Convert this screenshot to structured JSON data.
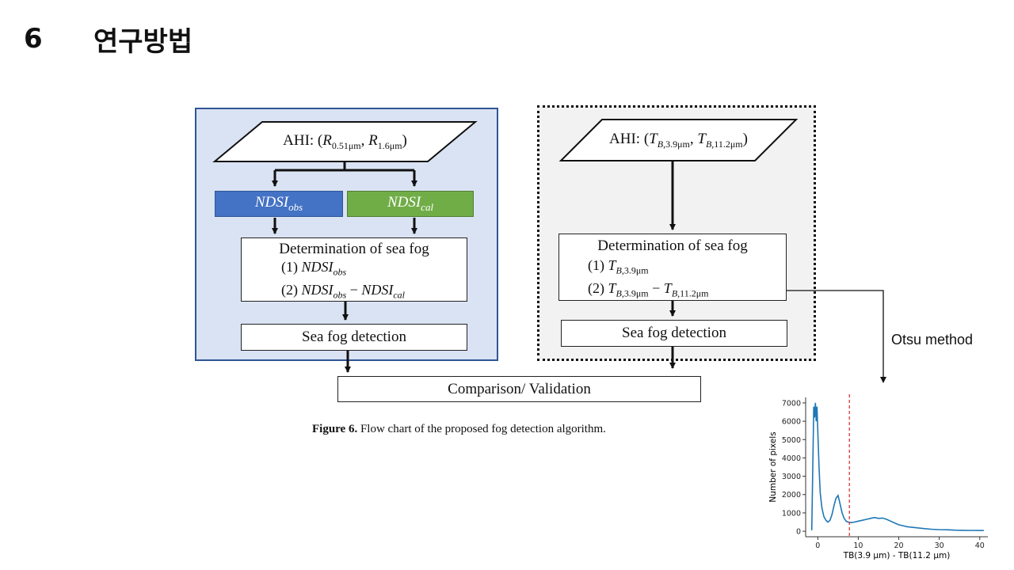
{
  "slide": {
    "number": "6",
    "title": "연구방법"
  },
  "left_panel": {
    "input_text": "AHI: (R0.51μm, R1.6μm)",
    "ndsi_obs": "NDSIobs",
    "ndsi_cal": "NDSIcal",
    "determination_title": "Determination of sea fog",
    "determination_line1": "(1) NDSIobs",
    "determination_line2": "(2) NDSIobs − NDSIcal",
    "detection": "Sea fog detection"
  },
  "right_panel": {
    "input_text": "AHI: (TB,3.9μm, TB,11.2μm)",
    "determination_title": "Determination of sea fog",
    "determination_line1": "(1) TB,3.9μm",
    "determination_line2": "(2) TB,3.9μm − TB,11.2μm",
    "detection": "Sea fog detection"
  },
  "comparison": "Comparison/ Validation",
  "caption": {
    "label": "Figure 6.",
    "text": "Flow chart of the proposed fog detection algorithm."
  },
  "otsu_label": "Otsu method",
  "colors": {
    "ndsi_obs": "#4472c4",
    "ndsi_cal": "#70ad47",
    "left_panel_bg": "#dae3f3",
    "left_border": "#2f5597",
    "right_panel_bg": "#f2f2f2",
    "histogram_line": "#1f77b4",
    "threshold_line": "#d62728"
  },
  "chart_data": {
    "type": "line",
    "xlabel": "TB(3.9 μm) - TB(11.2 μm)",
    "ylabel": "Number of pixels",
    "x_ticks": [
      "0",
      "10",
      "20",
      "30",
      "40"
    ],
    "y_ticks": [
      "0",
      "1000",
      "2000",
      "3000",
      "4000",
      "5000",
      "6000",
      "7000"
    ],
    "xlim": [
      -3,
      42
    ],
    "ylim": [
      -300,
      7300
    ],
    "threshold_x": 7.8,
    "series": [
      {
        "x": [
          -1.5,
          -1.2,
          -1,
          -0.8,
          -0.6,
          -0.4,
          -0.2,
          0,
          0.3,
          0.6,
          1,
          1.5,
          2,
          2.5,
          3,
          3.5,
          4,
          4.5,
          5,
          5.5,
          6,
          6.5,
          7,
          7.5,
          8,
          8.5,
          9,
          10,
          11,
          12,
          13,
          14,
          15,
          16,
          17,
          18,
          19,
          20,
          22,
          24,
          26,
          28,
          30,
          32,
          34,
          36,
          38,
          40,
          41
        ],
        "y": [
          50,
          4000,
          6800,
          6200,
          7000,
          6000,
          6800,
          5500,
          3500,
          2100,
          1300,
          800,
          600,
          500,
          600,
          900,
          1400,
          1800,
          1950,
          1500,
          1000,
          700,
          550,
          500,
          480,
          480,
          500,
          550,
          600,
          650,
          700,
          750,
          700,
          720,
          650,
          550,
          450,
          350,
          250,
          200,
          150,
          110,
          90,
          80,
          60,
          50,
          45,
          40,
          40
        ]
      }
    ]
  }
}
